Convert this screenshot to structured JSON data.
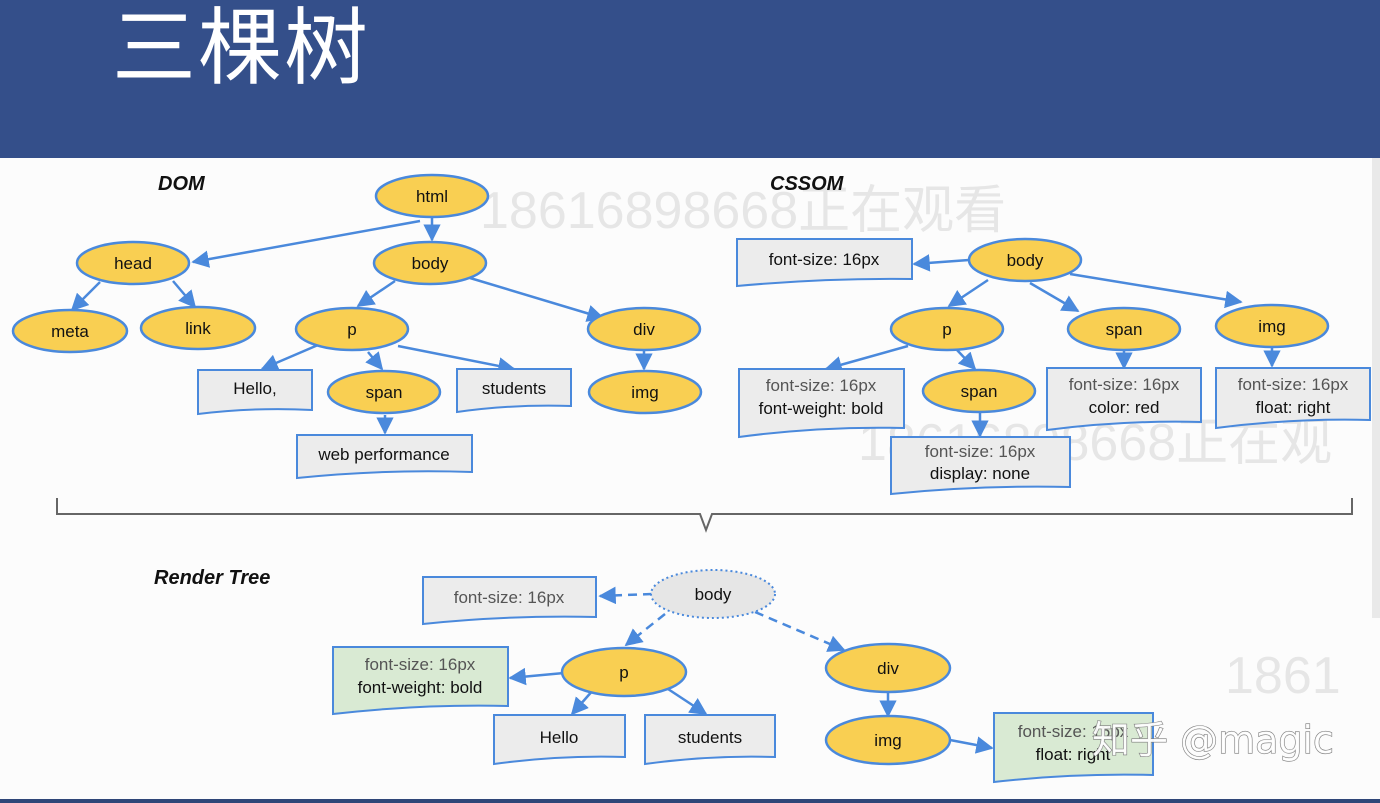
{
  "title": "三棵树",
  "colors": {
    "header": "#344f8a",
    "node_fill": "#f9cf52",
    "node_stroke": "#4a89dc",
    "box_fill": "#ececec",
    "box_green": "#d9ead3",
    "arrow": "#4a89dc"
  },
  "sections": {
    "dom": "DOM",
    "cssom": "CSSOM",
    "render": "Render Tree"
  },
  "dom": {
    "html": "html",
    "head": "head",
    "body": "body",
    "meta": "meta",
    "link": "link",
    "p": "p",
    "div": "div",
    "span": "span",
    "img": "img",
    "hello": "Hello,",
    "students": "students",
    "web_performance": "web performance"
  },
  "cssom": {
    "body": "body",
    "p": "p",
    "span": "span",
    "img": "img",
    "span_child": "span",
    "body_style": "font-size: 16px",
    "p_style": [
      "font-size: 16px",
      "font-weight: bold"
    ],
    "span_style": [
      "font-size: 16px",
      "color: red"
    ],
    "img_style": [
      "font-size: 16px",
      "float: right"
    ],
    "span_child_style": [
      "font-size: 16px",
      "display: none"
    ]
  },
  "render": {
    "body": "body",
    "p": "p",
    "div": "div",
    "img": "img",
    "hello": "Hello",
    "students": "students",
    "body_style": "font-size: 16px",
    "p_style": [
      "font-size: 16px",
      "font-weight: bold"
    ],
    "img_style": [
      "font-size: 16px",
      "float: right"
    ]
  },
  "watermarks": [
    "18616898668正在观看",
    "18616898668正在观",
    "1861"
  ],
  "credit": "知乎 @magic"
}
